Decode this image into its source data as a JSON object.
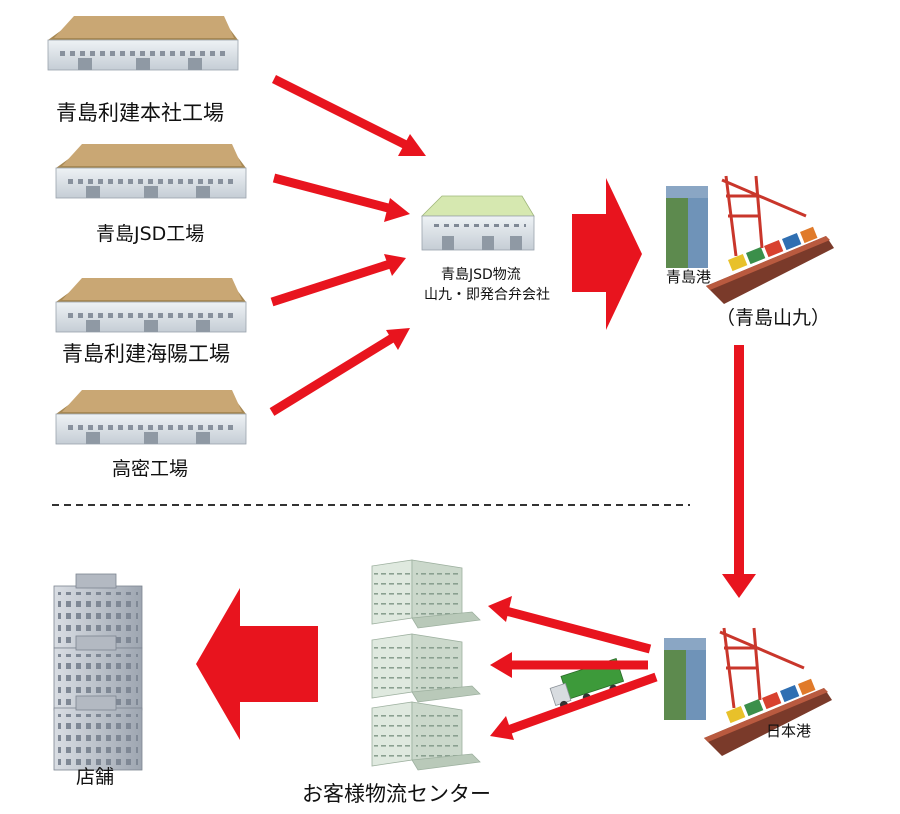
{
  "factories": [
    {
      "label": "青島利建本社工場"
    },
    {
      "label": "青島JSD工場"
    },
    {
      "label": "青島利建海陽工場"
    },
    {
      "label": "高密工場"
    }
  ],
  "hub": {
    "line1": "青島JSD物流",
    "line2": "山九・即発合弁会社"
  },
  "origin_port": {
    "label": "青島港",
    "note": "（青島山九）"
  },
  "destination_port": {
    "label": "日本港"
  },
  "distribution_center": {
    "label": "お客様物流センター"
  },
  "stores": {
    "label": "店舗"
  },
  "colors": {
    "arrow": "#e8141e",
    "roof": "#c9a774",
    "hub_roof": "#d6e8b0",
    "wall": "#dde4ea",
    "building": "#c7ccd3",
    "dc_wall": "#e6efe6",
    "divider": "#333333"
  }
}
